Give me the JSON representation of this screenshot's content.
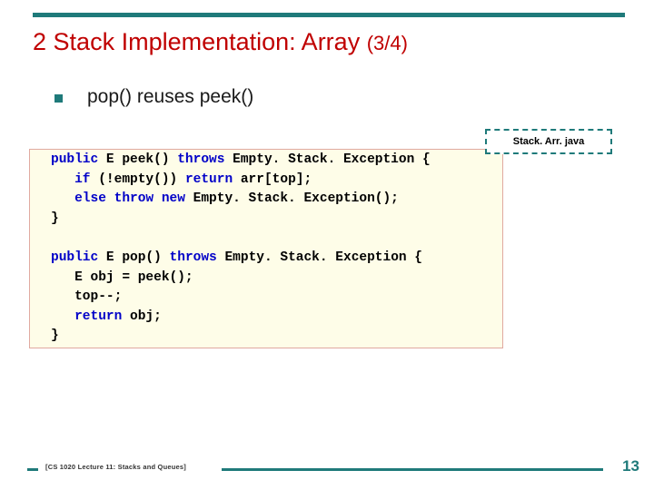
{
  "slide": {
    "title": {
      "number": "2",
      "main": "Stack Implementation: Array",
      "sub": "(3/4)"
    },
    "bullet": {
      "text": "pop() reuses peek()"
    },
    "callout": {
      "file_label": "Stack. Arr. java"
    },
    "code": {
      "lines": [
        [
          {
            "t": "public",
            "c": "kw"
          },
          {
            "t": " E peek() ",
            "c": "plain"
          },
          {
            "t": "throws",
            "c": "kw"
          },
          {
            "t": " Empty. Stack. Exception {",
            "c": "plain"
          }
        ],
        [
          {
            "t": "   ",
            "c": "plain"
          },
          {
            "t": "if",
            "c": "kw"
          },
          {
            "t": " (!empty()) ",
            "c": "plain"
          },
          {
            "t": "return",
            "c": "kw"
          },
          {
            "t": " arr[top];",
            "c": "plain"
          }
        ],
        [
          {
            "t": "   ",
            "c": "plain"
          },
          {
            "t": "else throw new",
            "c": "kw"
          },
          {
            "t": " Empty. Stack. Exception();",
            "c": "plain"
          }
        ],
        [
          {
            "t": "}",
            "c": "plain"
          }
        ],
        [],
        [
          {
            "t": "public",
            "c": "kw"
          },
          {
            "t": " E pop() ",
            "c": "plain"
          },
          {
            "t": "throws",
            "c": "kw"
          },
          {
            "t": " Empty. Stack. Exception {",
            "c": "plain"
          }
        ],
        [
          {
            "t": "   E obj = peek();",
            "c": "plain"
          }
        ],
        [
          {
            "t": "   top--;",
            "c": "plain"
          }
        ],
        [
          {
            "t": "   ",
            "c": "plain"
          },
          {
            "t": "return",
            "c": "kw"
          },
          {
            "t": " obj;",
            "c": "plain"
          }
        ],
        [
          {
            "t": "}",
            "c": "plain"
          }
        ]
      ]
    },
    "footer": {
      "course": "[CS 1020 Lecture 11: Stacks and Queues]",
      "slide_number": "13"
    },
    "colors": {
      "accent": "#1f7a7a",
      "title": "#c00000",
      "code_bg": "#fefde8",
      "code_border": "#e0a9a0",
      "keyword": "#0000c8"
    }
  }
}
